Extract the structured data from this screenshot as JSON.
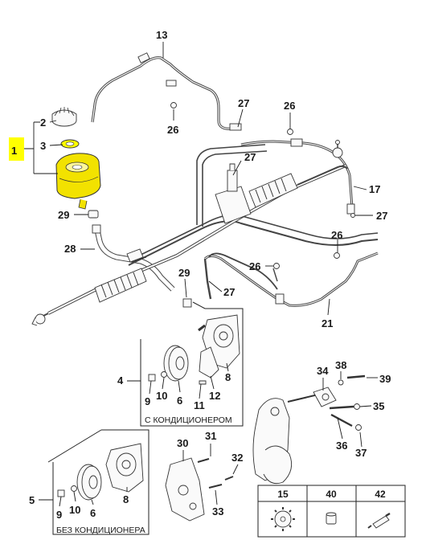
{
  "callouts": {
    "c1": "1",
    "c2": "2",
    "c3": "3",
    "c13": "13",
    "c27a": "27",
    "c26a": "26",
    "c26b": "26",
    "c27b": "27",
    "c17": "17",
    "c27c": "27",
    "c29a": "29",
    "c28": "28",
    "c26c": "26",
    "c26d": "26",
    "c29b": "29",
    "c27d": "27",
    "c21": "21",
    "c4": "4",
    "c9a": "9",
    "c10a": "10",
    "c6a": "6",
    "c11": "11",
    "c12": "12",
    "c8a": "8",
    "c5": "5",
    "c9b": "9",
    "c10b": "10",
    "c6b": "6",
    "c8b": "8",
    "c30": "30",
    "c31": "31",
    "c32": "32",
    "c33": "33",
    "c34": "34",
    "c38": "38",
    "c39": "39",
    "c35": "35",
    "c36": "36",
    "c37": "37"
  },
  "captions": {
    "with_ac": "С КОНДИЦИОНЕРОМ",
    "without_ac": "БЕЗ КОНДИЦИОНЕРА"
  },
  "parts_table": {
    "headers": [
      "15",
      "40",
      "42"
    ]
  },
  "colors": {
    "highlight": "#ffff00",
    "reservoir": "#f2e200"
  }
}
